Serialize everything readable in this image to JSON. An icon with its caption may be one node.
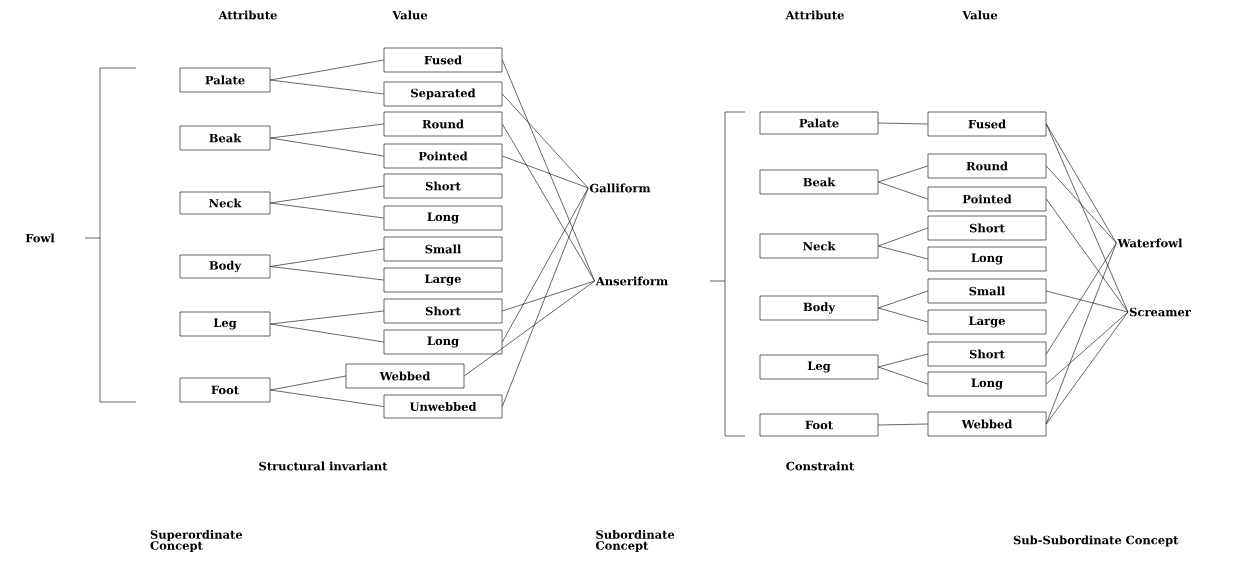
{
  "diagram": {
    "nodes": [
      {
        "text": [
          "Palate"
        ]
      },
      {
        "text": [
          "Beak"
        ]
      },
      {
        "text": [
          "Neck"
        ]
      },
      {
        "text": [
          "Body"
        ]
      },
      {
        "text": [
          "Leg"
        ]
      },
      {
        "text": [
          "Foot"
        ]
      },
      {
        "text": [
          "Fused"
        ]
      },
      {
        "text": [
          "Separated"
        ]
      },
      {
        "text": [
          "Round"
        ]
      },
      {
        "text": [
          "Pointed"
        ]
      },
      {
        "text": [
          "Short"
        ]
      },
      {
        "text": [
          "Long"
        ]
      },
      {
        "text": [
          "Small"
        ]
      },
      {
        "text": [
          "Large"
        ]
      },
      {
        "text": [
          "Short"
        ]
      },
      {
        "text": [
          "Long"
        ]
      },
      {
        "text": [
          "Webbed"
        ]
      },
      {
        "text": [
          "Unwebbed"
        ]
      },
      {
        "text": [
          "Galliform"
        ]
      },
      {
        "text": [
          "Anseriform"
        ]
      },
      {
        "text": [
          "Palate"
        ]
      },
      {
        "text": [
          "Beak"
        ]
      },
      {
        "text": [
          "Neck"
        ]
      },
      {
        "text": [
          "Body"
        ]
      },
      {
        "text": [
          "Leg"
        ]
      },
      {
        "text": [
          "Foot"
        ]
      },
      {
        "text": [
          "Fused"
        ]
      },
      {
        "text": [
          "Round"
        ]
      },
      {
        "text": [
          "Pointed"
        ]
      },
      {
        "text": [
          "Short"
        ]
      },
      {
        "text": [
          "Long"
        ]
      },
      {
        "text": [
          "Small"
        ]
      },
      {
        "text": [
          "Large"
        ]
      },
      {
        "text": [
          "Short"
        ]
      },
      {
        "text": [
          "Long"
        ]
      },
      {
        "text": [
          "Webbed"
        ]
      },
      {
        "text": [
          "Waterfowl"
        ]
      },
      {
        "text": [
          "Screamer"
        ]
      }
    ],
    "edges": [
      {
        "from": 0,
        "to": 6,
        "arrow": "none"
      },
      {
        "from": 0,
        "to": 7,
        "arrow": "none"
      },
      {
        "from": 1,
        "to": 8,
        "arrow": "none"
      },
      {
        "from": 1,
        "to": 9,
        "arrow": "none"
      },
      {
        "from": 2,
        "to": 10,
        "arrow": "none"
      },
      {
        "from": 2,
        "to": 11,
        "arrow": "none"
      },
      {
        "from": 3,
        "to": 12,
        "arrow": "none"
      },
      {
        "from": 3,
        "to": 13,
        "arrow": "none"
      },
      {
        "from": 4,
        "to": 14,
        "arrow": "none"
      },
      {
        "from": 4,
        "to": 15,
        "arrow": "none"
      },
      {
        "from": 5,
        "to": 16,
        "arrow": "none"
      },
      {
        "from": 5,
        "to": 17,
        "arrow": "none"
      },
      {
        "from": 6,
        "to": 19,
        "arrow": "none"
      },
      {
        "from": 7,
        "to": 18,
        "arrow": "none"
      },
      {
        "from": 8,
        "to": 19,
        "arrow": "none"
      },
      {
        "from": 9,
        "to": 18,
        "arrow": "none"
      },
      {
        "from": 14,
        "to": 19,
        "arrow": "none"
      },
      {
        "from": 15,
        "to": 18,
        "arrow": "none"
      },
      {
        "from": 16,
        "to": 19,
        "arrow": "none"
      },
      {
        "from": 17,
        "to": 18,
        "arrow": "none"
      },
      {
        "from": 20,
        "to": 26,
        "arrow": "none"
      },
      {
        "from": 21,
        "to": 27,
        "arrow": "none"
      },
      {
        "from": 21,
        "to": 28,
        "arrow": "none"
      },
      {
        "from": 22,
        "to": 29,
        "arrow": "none"
      },
      {
        "from": 22,
        "to": 30,
        "arrow": "none"
      },
      {
        "from": 23,
        "to": 31,
        "arrow": "none"
      },
      {
        "from": 23,
        "to": 32,
        "arrow": "none"
      },
      {
        "from": 24,
        "to": 33,
        "arrow": "none"
      },
      {
        "from": 24,
        "to": 34,
        "arrow": "none"
      },
      {
        "from": 25,
        "to": 35,
        "arrow": "none"
      },
      {
        "from": 26,
        "to": 36,
        "arrow": "none"
      },
      {
        "from": 26,
        "to": 37,
        "arrow": "none"
      },
      {
        "from": 27,
        "to": 36,
        "arrow": "none"
      },
      {
        "from": 28,
        "to": 37,
        "arrow": "none"
      },
      {
        "from": 31,
        "to": 37,
        "arrow": "none"
      },
      {
        "from": 33,
        "to": 36,
        "arrow": "none"
      },
      {
        "from": 34,
        "to": 37,
        "arrow": "none"
      },
      {
        "from": 35,
        "to": 36,
        "arrow": "none"
      },
      {
        "from": 35,
        "to": 37,
        "arrow": "none"
      }
    ],
    "labels": [
      "Attribute",
      "Value",
      "Attribute",
      "Value",
      "Fowl",
      "Structural invariant",
      "Constraint",
      "Superordinate Concept",
      "Subordinate Concept",
      "Sub-Subordinate Concept"
    ]
  }
}
